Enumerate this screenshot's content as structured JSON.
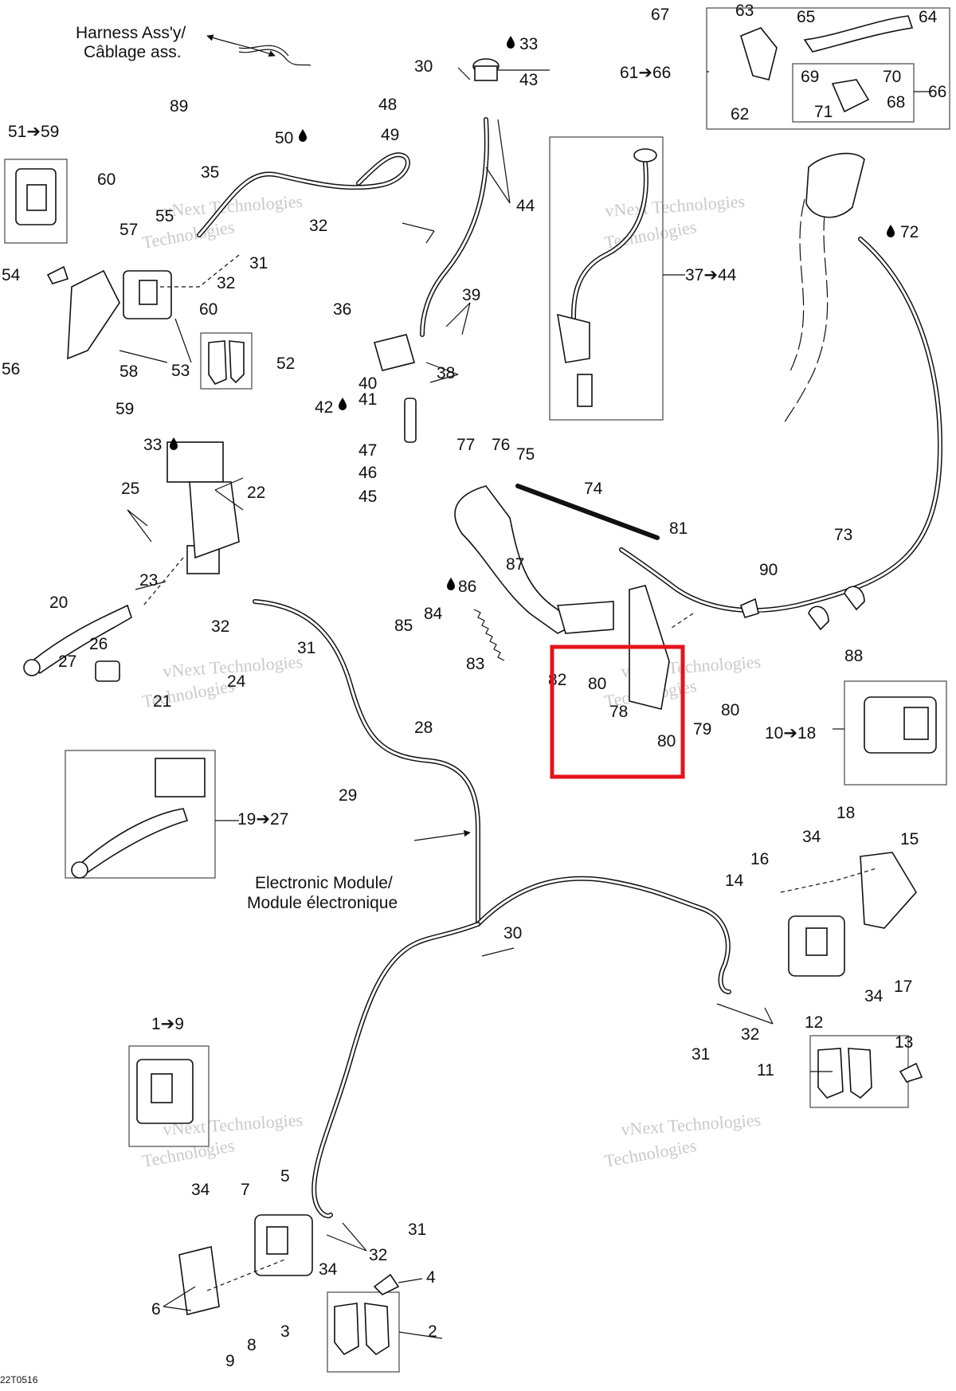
{
  "diagram": {
    "notes": {
      "harness": [
        "Harness Ass'y/",
        "Câblage ass."
      ],
      "module": [
        "Electronic Module/",
        "Module électronique"
      ]
    },
    "watermark": [
      "vNext Technologies",
      "Technologies"
    ],
    "drawing_code": "22T0516",
    "labels": {
      "l1": "1➔9",
      "l2": "2",
      "l3": "3",
      "l4": "4",
      "l5": "5",
      "l6": "6",
      "l7": "7",
      "l8": "8",
      "l9": "9",
      "l10": "10➔18",
      "l11": "11",
      "l12": "12",
      "l13": "13",
      "l14": "14",
      "l15": "15",
      "l16": "16",
      "l17": "17",
      "l18": "18",
      "l19": "19➔27",
      "l20": "20",
      "l21": "21",
      "l22": "22",
      "l23": "23",
      "l24": "24",
      "l25": "25",
      "l26": "26",
      "l27": "27",
      "l28": "28",
      "l29": "29",
      "l30a": "30",
      "l30b": "30",
      "l31a": "31",
      "l31b": "31",
      "l31c": "31",
      "l31d": "31",
      "l32a": "32",
      "l32b": "32",
      "l32c": "32",
      "l32d": "32",
      "l32e": "32",
      "l33a": "33",
      "l33b": "33",
      "l34a": "34",
      "l34b": "34",
      "l34c": "34",
      "l34d": "34",
      "l35": "35",
      "l36": "36",
      "l37": "37➔44",
      "l38": "38",
      "l39": "39",
      "l40": "40",
      "l41": "41",
      "l42": "42",
      "l43": "43",
      "l44": "44",
      "l45": "45",
      "l46": "46",
      "l47": "47",
      "l48": "48",
      "l49": "49",
      "l50": "50",
      "l51": "51➔59",
      "l52": "52",
      "l53": "53",
      "l54": "54",
      "l55": "55",
      "l56": "56",
      "l57": "57",
      "l58": "58",
      "l59": "59",
      "l60a": "60",
      "l60b": "60",
      "l61": "61➔66",
      "l62": "62",
      "l63": "63",
      "l64": "64",
      "l65": "65",
      "l66": "66",
      "l67": "67",
      "l68": "68",
      "l69": "69",
      "l70": "70",
      "l71": "71",
      "l72": "72",
      "l73": "73",
      "l74": "74",
      "l75": "75",
      "l76": "76",
      "l77": "77",
      "l78": "78",
      "l79": "79",
      "l80a": "80",
      "l80b": "80",
      "l80c": "80",
      "l81": "81",
      "l82": "82",
      "l83": "83",
      "l84": "84",
      "l85": "85",
      "l86": "86",
      "l87": "87",
      "l88": "88",
      "l89": "89",
      "l90": "90"
    },
    "highlight_color": "#e4131b",
    "icons": [
      "oil-drop-icon",
      "arrow-icon"
    ]
  }
}
